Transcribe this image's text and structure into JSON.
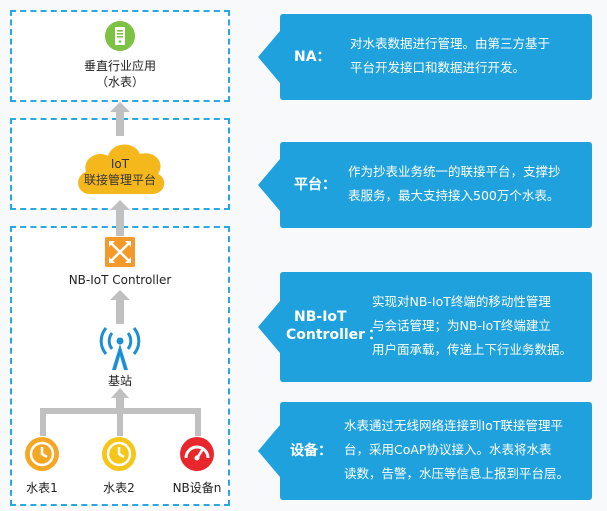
{
  "layers": {
    "na": {
      "app_label": "垂直行业应用",
      "app_sub": "（水表）"
    },
    "platform": {
      "cloud_line1": "IoT",
      "cloud_line2": "联接管理平台"
    },
    "controller": {
      "label": "NB-IoT Controller"
    },
    "base_station": {
      "label": "基站"
    },
    "devices": [
      {
        "label": "水表1",
        "icon": "clock-icon",
        "color": "#f5a623"
      },
      {
        "label": "水表2",
        "icon": "clock-icon",
        "color": "#f5c518"
      },
      {
        "label": "NB设备n",
        "icon": "gauge-icon",
        "color": "#e8262b"
      }
    ]
  },
  "cards": {
    "na": {
      "title": "NA：",
      "lines": [
        "对水表数据进行管理。由第三方基于",
        "平台开发接口和数据进行开发。"
      ]
    },
    "platform": {
      "title": "平台：",
      "lines": [
        "作为抄表业务统一的联接平台，支撑抄",
        "表服务，最大支持接入500万个水表。"
      ]
    },
    "controller": {
      "title_line1": "NB-IoT",
      "title_line2": "Controller",
      "colon": "：",
      "lines": [
        "实现对NB-IoT终端的移动性管理",
        "与会话管理；为NB-IoT终端建立",
        "用户面承载，传递上下行业务数据。"
      ]
    },
    "devices": {
      "title": "设备：",
      "lines": [
        "水表通过无线网络连接到IoT联接管理平",
        "台，采用CoAP协议接入。水表将水表",
        "读数，告警，水压等信息上报到平台层。"
      ]
    }
  },
  "colors": {
    "accent": "#1ea1dc",
    "dash": "#2aa7e1",
    "arrow": "#c0c0c0",
    "cloud": "#f5b81c",
    "controller": "#f39a2b",
    "antenna": "#1b8fd6",
    "server": "#7dc242"
  }
}
